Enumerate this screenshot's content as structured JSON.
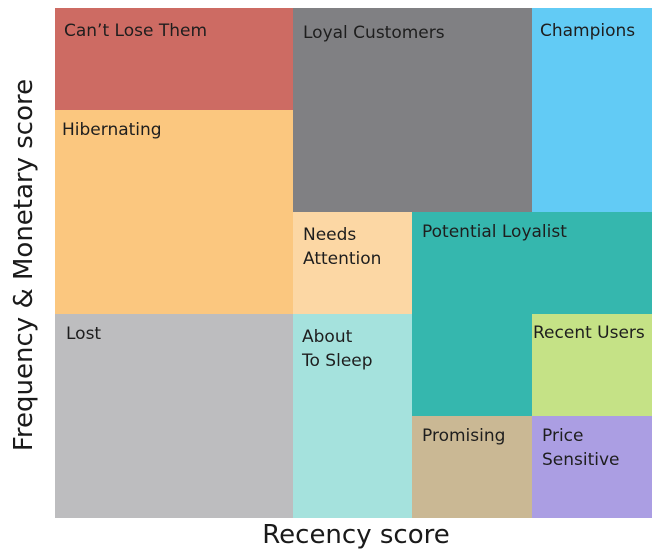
{
  "x_axis_label": "Recency score",
  "y_axis_label": "Frequency & Monetary score",
  "segments": [
    {
      "id": "cant-lose-them",
      "lines": [
        "Can’t Lose Them"
      ],
      "color": "#cd6b63"
    },
    {
      "id": "loyal-customers",
      "lines": [
        "Loyal Customers"
      ],
      "color": "#808083"
    },
    {
      "id": "champions",
      "lines": [
        "Champions"
      ],
      "color": "#62cbf5"
    },
    {
      "id": "hibernating",
      "lines": [
        "Hibernating"
      ],
      "color": "#fbc77f"
    },
    {
      "id": "needs-attention",
      "lines": [
        "Needs",
        "Attention"
      ],
      "color": "#fcd7a4"
    },
    {
      "id": "potential-loyalist",
      "lines": [
        "Potential Loyalist"
      ],
      "color": "#35b7ae"
    },
    {
      "id": "lost",
      "lines": [
        "Lost"
      ],
      "color": "#bdbdbf"
    },
    {
      "id": "about-to-sleep",
      "lines": [
        "About",
        "To Sleep"
      ],
      "color": "#a5e2dd"
    },
    {
      "id": "recent-users",
      "lines": [
        "Recent Users"
      ],
      "color": "#c5e286"
    },
    {
      "id": "promising",
      "lines": [
        "Promising"
      ],
      "color": "#cab894"
    },
    {
      "id": "price-sensitive",
      "lines": [
        "Price",
        "Sensitive"
      ],
      "color": "#ab9ee3"
    }
  ]
}
